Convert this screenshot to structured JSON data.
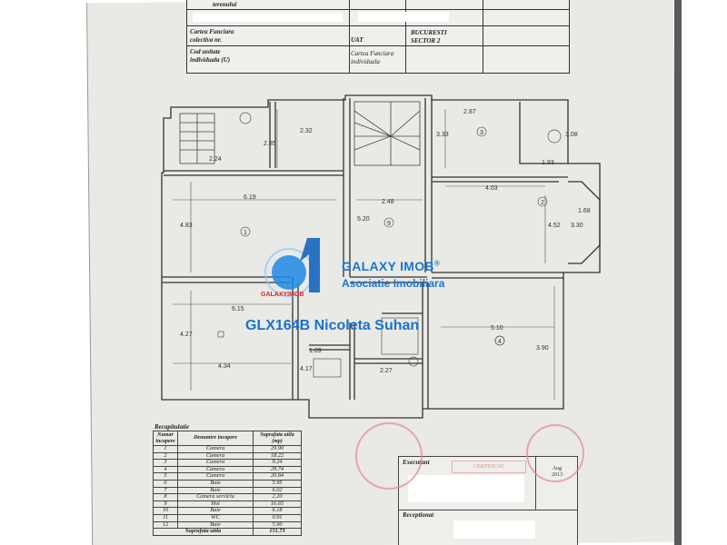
{
  "header": {
    "row1_label": "terenului",
    "row2_label_line1": "Cartea Funciara",
    "row2_label_line2": "colectiva nr.",
    "row2_uat": "UAT",
    "row2_city_line1": "BUCURESTI",
    "row2_city_line2": "SECTOR 2",
    "row3_label_line1": "Cod unitate",
    "row3_label_line2": "individuala (U)",
    "row3_cf_line1": "Cartea Funciara",
    "row3_cf_line2": "individuala"
  },
  "plan_labels": {
    "d_2_32": "2.32",
    "d_2_24": "2.24",
    "d_2_85": "2.85",
    "d_2_87": "2.87",
    "d_3_33": "3.33",
    "d_1_93": "1.93",
    "d_3_08": "3.08",
    "d_6_19": "6.19",
    "d_2_48": "2.48",
    "d_4_03": "4.03",
    "d_4_83": "4.83",
    "d_5_20": "5.20",
    "d_4_52": "4.52",
    "d_1_68": "1.68",
    "d_3_30": "3.30",
    "d_6_15": "6.15",
    "d_4_27": "4.27",
    "d_5_10": "5.10",
    "d_3_90": "3.90",
    "d_1_69": "1.69",
    "d_4_34": "4.34",
    "d_2_27": "2.27",
    "d_4_17": "4.17",
    "room_1": "1",
    "room_2": "2",
    "room_3": "3",
    "room_4": "4",
    "room_9": "9"
  },
  "watermark": {
    "brand": "GALAXY IMOB",
    "registered": "®",
    "subtitle": "Asociatie Imobiliara",
    "logo_text": "GALAXYIMOB",
    "listing_code": "GLX164B Nicoleta Suhan",
    "brand_color": "#1976d2",
    "accent_color": "#d62828"
  },
  "recap": {
    "title": "Recapitulatie",
    "col_nr": "Numar incapere",
    "col_den": "Denumire incapere",
    "col_sup": "Suprafata utila (mp)",
    "rows": [
      {
        "nr": "1",
        "den": "Camera",
        "sup": "29.90"
      },
      {
        "nr": "2",
        "den": "Camera",
        "sup": "18.22"
      },
      {
        "nr": "3",
        "den": "Camera",
        "sup": "9.24"
      },
      {
        "nr": "4",
        "den": "Camera",
        "sup": "29.74"
      },
      {
        "nr": "5",
        "den": "Camera",
        "sup": "20.84"
      },
      {
        "nr": "6",
        "den": "Baie",
        "sup": "5.95"
      },
      {
        "nr": "7",
        "den": "Baie",
        "sup": "6.02"
      },
      {
        "nr": "8",
        "den": "Camera serviciu",
        "sup": "2.20"
      },
      {
        "nr": "9",
        "den": "Hol",
        "sup": "16.65"
      },
      {
        "nr": "10",
        "den": "Baie",
        "sup": "6.18"
      },
      {
        "nr": "11",
        "den": "WC",
        "sup": "0.91"
      },
      {
        "nr": "12",
        "den": "Baie",
        "sup": "5.90"
      }
    ],
    "total_label": "Suprafata utila",
    "total_value": "151.73"
  },
  "executant": {
    "label": "Executant",
    "date_month": "Aug",
    "date_year": "2013",
    "receptionat": "Receptionat",
    "stamp_text": "CERTIFICAT"
  }
}
